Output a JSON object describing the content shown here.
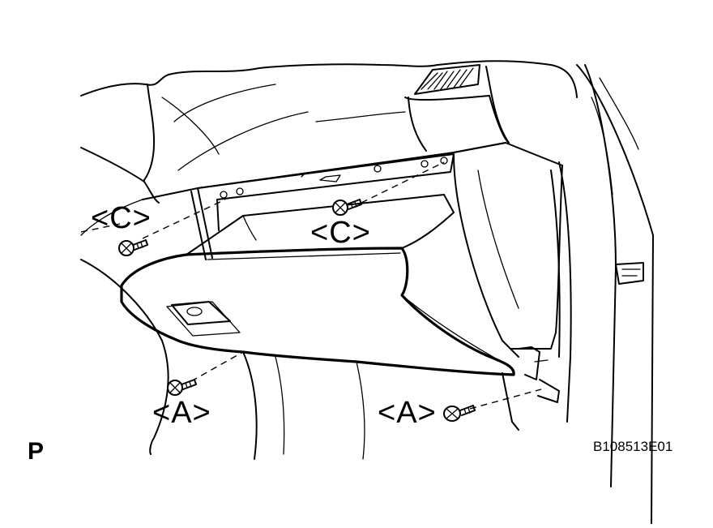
{
  "labels": {
    "screw_c_upper_left": "<C>",
    "screw_c_center": "<C>",
    "screw_a_lower_left": "<A>",
    "screw_a_lower_right": "<A>"
  },
  "footer": {
    "view_marker": "P",
    "figure_code": "B108513E01"
  }
}
